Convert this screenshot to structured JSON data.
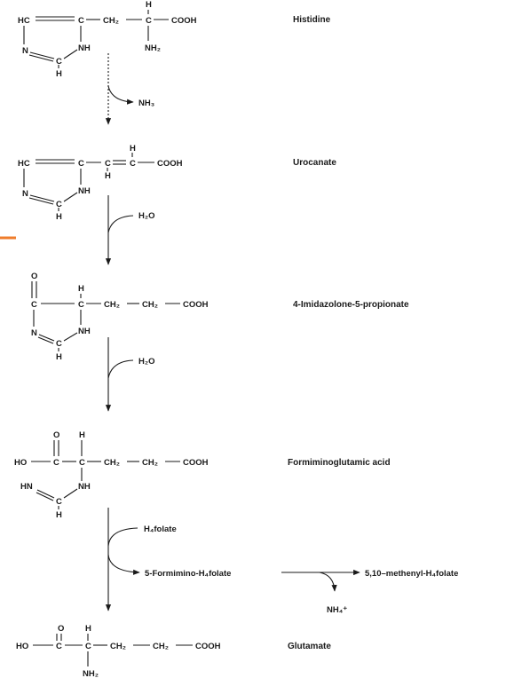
{
  "compounds": {
    "histidine": {
      "name": "Histidine",
      "atoms": {
        "h_top": "H",
        "hc": "HC",
        "c1": "C",
        "ch2": "CH₂",
        "c2": "C",
        "cooh": "COOH",
        "n_ring": "N",
        "nh_ring": "NH",
        "c_ring": "C",
        "h_ring": "H",
        "nh2": "NH₂"
      }
    },
    "urocanate": {
      "name": "Urocanate",
      "atoms": {
        "hc": "HC",
        "c1": "C",
        "c2": "C",
        "h_top": "H",
        "c3": "C",
        "cooh": "COOH",
        "h_under": "H",
        "n_ring": "N",
        "nh_ring": "NH",
        "c_ring": "C",
        "h_ring": "H"
      }
    },
    "imidazolone": {
      "name": "4-Imidazolone-5-propionate",
      "atoms": {
        "o": "O",
        "c_carbonyl": "C",
        "h_top": "H",
        "c1": "C",
        "ch2_a": "CH₂",
        "ch2_b": "CH₂",
        "cooh": "COOH",
        "n_ring": "N",
        "nh_ring": "NH",
        "c_ring": "C",
        "h_ring": "H"
      }
    },
    "figlu": {
      "name": "Formiminoglutamic acid",
      "atoms": {
        "o": "O",
        "h_top": "H",
        "ho": "HO",
        "c_carbonyl": "C",
        "c1": "C",
        "ch2_a": "CH₂",
        "ch2_b": "CH₂",
        "cooh": "COOH",
        "hn": "HN",
        "nh": "NH",
        "c_formimino": "C",
        "h_formimino": "H"
      }
    },
    "glutamate": {
      "name": "Glutamate",
      "atoms": {
        "o": "O",
        "h_top": "H",
        "ho": "HO",
        "c_carbonyl": "C",
        "c1": "C",
        "ch2_a": "CH₂",
        "ch2_b": "CH₂",
        "cooh": "COOH",
        "nh2": "NH₂"
      }
    }
  },
  "reactions": {
    "step1": {
      "product": "NH₃"
    },
    "step2": {
      "reactant": "H₂O"
    },
    "step3": {
      "reactant": "H₂O"
    },
    "step4": {
      "reactant": "H₄folate",
      "product": "5-Formimino-H₄folate"
    },
    "side": {
      "product": "5,10–methenyl-H₄folate",
      "byproduct": "NH₄⁺"
    }
  },
  "colors": {
    "ink": "#1a1a1a",
    "accent": "#ef7d2c"
  }
}
